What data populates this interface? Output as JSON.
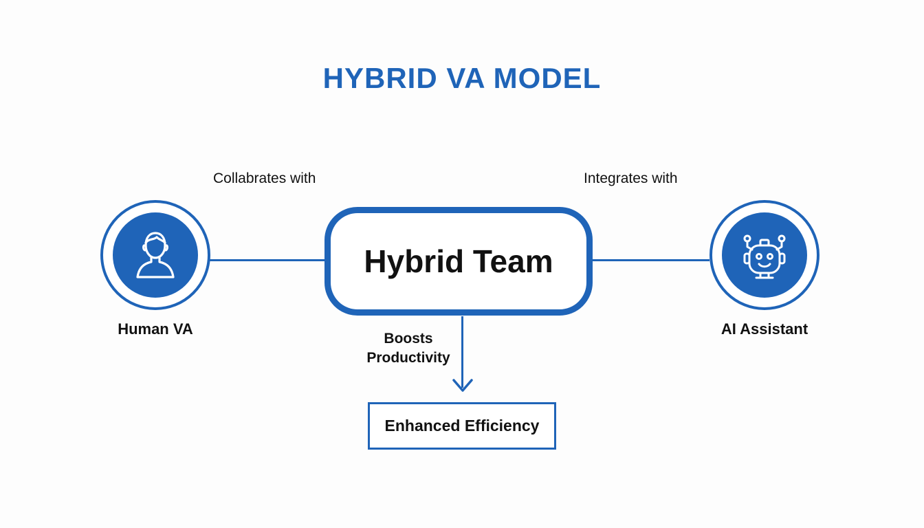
{
  "title": "HYBRID VA MODEL",
  "colors": {
    "accent": "#1f64b8",
    "text": "#111111",
    "background": "#fdfdfd"
  },
  "nodes": {
    "human": {
      "label": "Human VA",
      "icon": "person-icon"
    },
    "hub": {
      "label": "Hybrid Team"
    },
    "ai": {
      "label": "AI Assistant",
      "icon": "robot-icon"
    },
    "result": {
      "label": "Enhanced Efficiency"
    }
  },
  "edges": {
    "human_to_hub": {
      "label": "Collabrates with"
    },
    "ai_to_hub": {
      "label": "Integrates with"
    },
    "hub_to_result": {
      "label_line1": "Boosts",
      "label_line2": "Productivity"
    }
  }
}
